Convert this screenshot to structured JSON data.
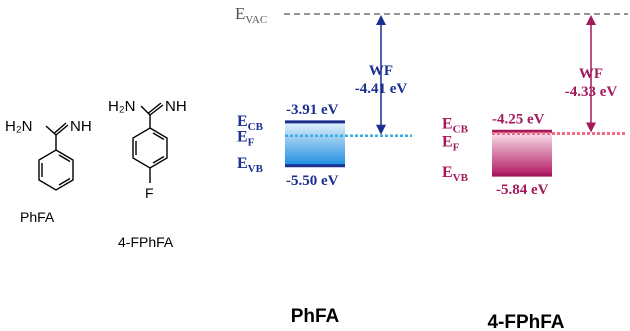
{
  "molecules": {
    "phfa": {
      "amidine_left": "H₂N",
      "amidine_right": "NH",
      "name": "PhFA"
    },
    "fphfa": {
      "amidine_left": "H₂N",
      "amidine_right": "NH",
      "substituent": "F",
      "name": "4-FPhFA"
    }
  },
  "vacuum_level": {
    "label_main": "E",
    "label_sub": "VAC",
    "energy_ev": 0
  },
  "materials": [
    {
      "id": "phfa",
      "name": "PhFA",
      "color": "#1a2f8f",
      "cb_label_main": "E",
      "cb_label_sub": "CB",
      "f_label_main": "E",
      "f_label_sub": "F",
      "vb_label_main": "E",
      "vb_label_sub": "VB",
      "cb_value": "-3.91 eV",
      "cb_ev": -3.91,
      "vb_value": "-5.50 eV",
      "vb_ev": -5.5,
      "wf_label": "WF",
      "wf_value": "-4.41 eV",
      "fermi_ev": -4.41,
      "gradient_top": "#e6f2fc",
      "gradient_bottom": "#1c8ee0",
      "fermi_color": "#3aaee0"
    },
    {
      "id": "fphfa",
      "name": "4-FPhFA",
      "color": "#a3195b",
      "cb_label_main": "E",
      "cb_label_sub": "CB",
      "f_label_main": "E",
      "f_label_sub": "F",
      "vb_label_main": "E",
      "vb_label_sub": "VB",
      "cb_value": "-4.25 eV",
      "cb_ev": -4.25,
      "vb_value": "-5.84 eV",
      "vb_ev": -5.84,
      "wf_label": "WF",
      "wf_value": "-4.33 eV",
      "fermi_ev": -4.33,
      "gradient_top": "#fbe6ef",
      "gradient_bottom": "#b21a63",
      "fermi_color": "#f06c86"
    }
  ]
}
